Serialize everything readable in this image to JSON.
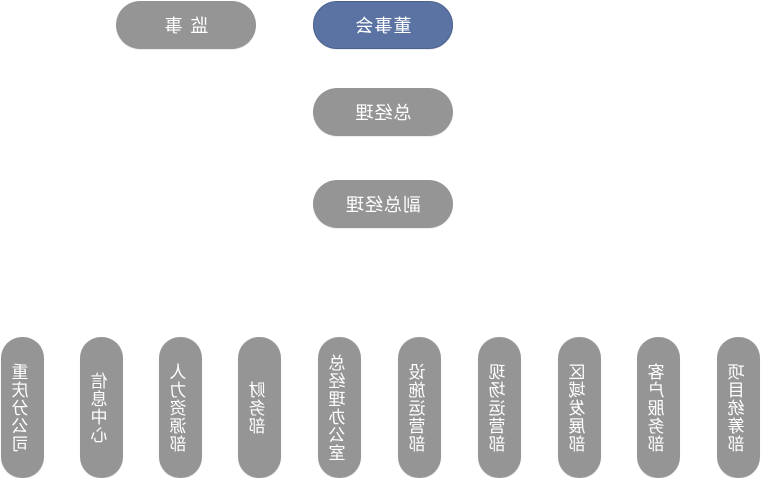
{
  "top": {
    "supervisor": "监  事",
    "board": "董事会",
    "gm": "总经理",
    "deputy_gm": "副总经理"
  },
  "departments": [
    "项目统筹部",
    "客户服务部",
    "区域发展部",
    "现场运营部",
    "设施运营部",
    "总经理办公室",
    "财务部",
    "人力资源部",
    "信息中心",
    "重庆分公司"
  ],
  "colors": {
    "node_gray": "#959595",
    "board_blue": "#5a73a3",
    "text": "#ffffff"
  }
}
